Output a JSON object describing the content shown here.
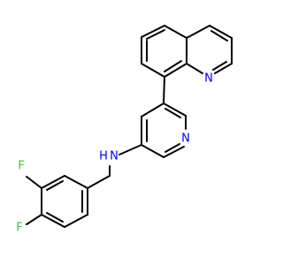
{
  "structure": {
    "colors": {
      "bond": "#000000",
      "nitrogen": "#0000ff",
      "fluorine": "#33cc33"
    },
    "labels": {
      "quinoline_n": "N",
      "pyridine_n": "N",
      "amine": "N",
      "amine_h": "H",
      "fluoro_3": "F",
      "fluoro_4": "F"
    }
  }
}
